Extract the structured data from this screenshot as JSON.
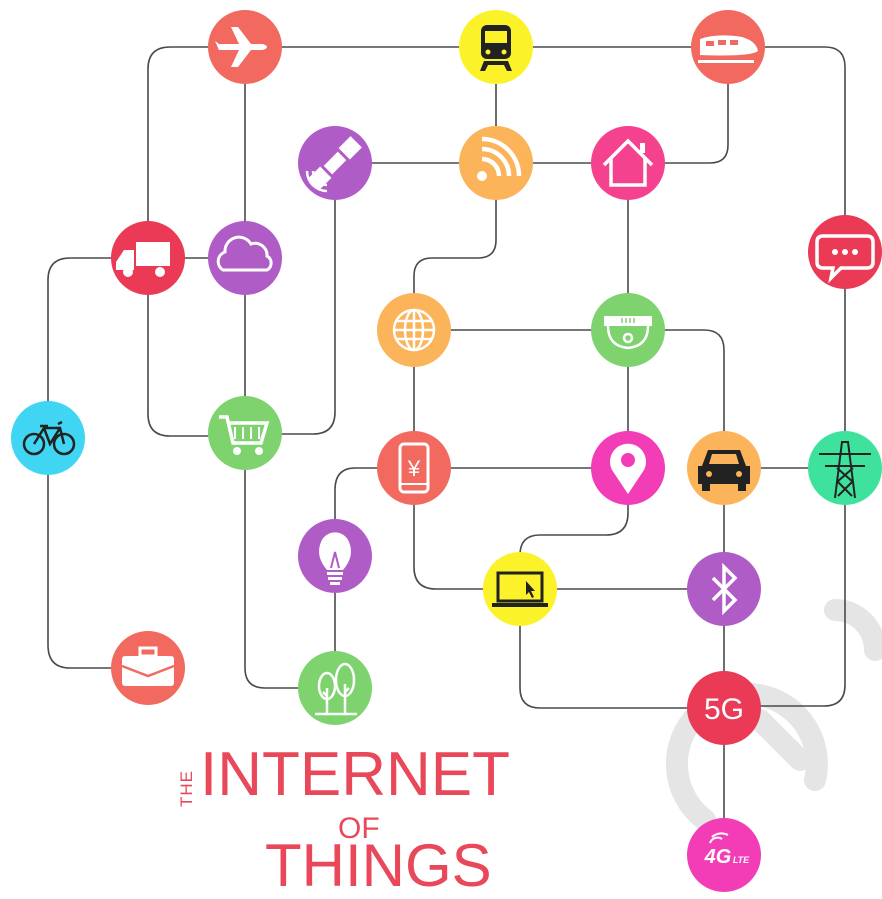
{
  "title": {
    "the": "THE",
    "internet": "INTERNET",
    "of": "OF",
    "things": "THINGS"
  },
  "nodes": {
    "fiveg_label": "5G",
    "lte_main": "4G",
    "lte_small": "LTE",
    "yen_symbol": "¥"
  },
  "colors": {
    "red_coral": "#f26a5f",
    "yellow": "#fbf22a",
    "orange": "#fbb45a",
    "pink": "#f5428f",
    "purple": "#b05cc6",
    "crimson": "#ea3a55",
    "cyan": "#40d5f3",
    "green": "#7ed36f",
    "magenta": "#f23db7",
    "mint": "#3ee29c",
    "title": "#e8485a"
  },
  "icons": [
    "airplane-icon",
    "train-icon",
    "bullet-train-icon",
    "satellite-icon",
    "wifi-icon",
    "home-icon",
    "truck-icon",
    "cloud-icon",
    "chat-icon",
    "globe-icon",
    "sensor-icon",
    "bicycle-icon",
    "shopping-cart-icon",
    "mobile-payment-icon",
    "location-pin-icon",
    "car-icon",
    "power-tower-icon",
    "lightbulb-icon",
    "laptop-icon",
    "bluetooth-icon",
    "briefcase-icon",
    "trees-icon",
    "5g-icon",
    "4g-lte-icon"
  ]
}
